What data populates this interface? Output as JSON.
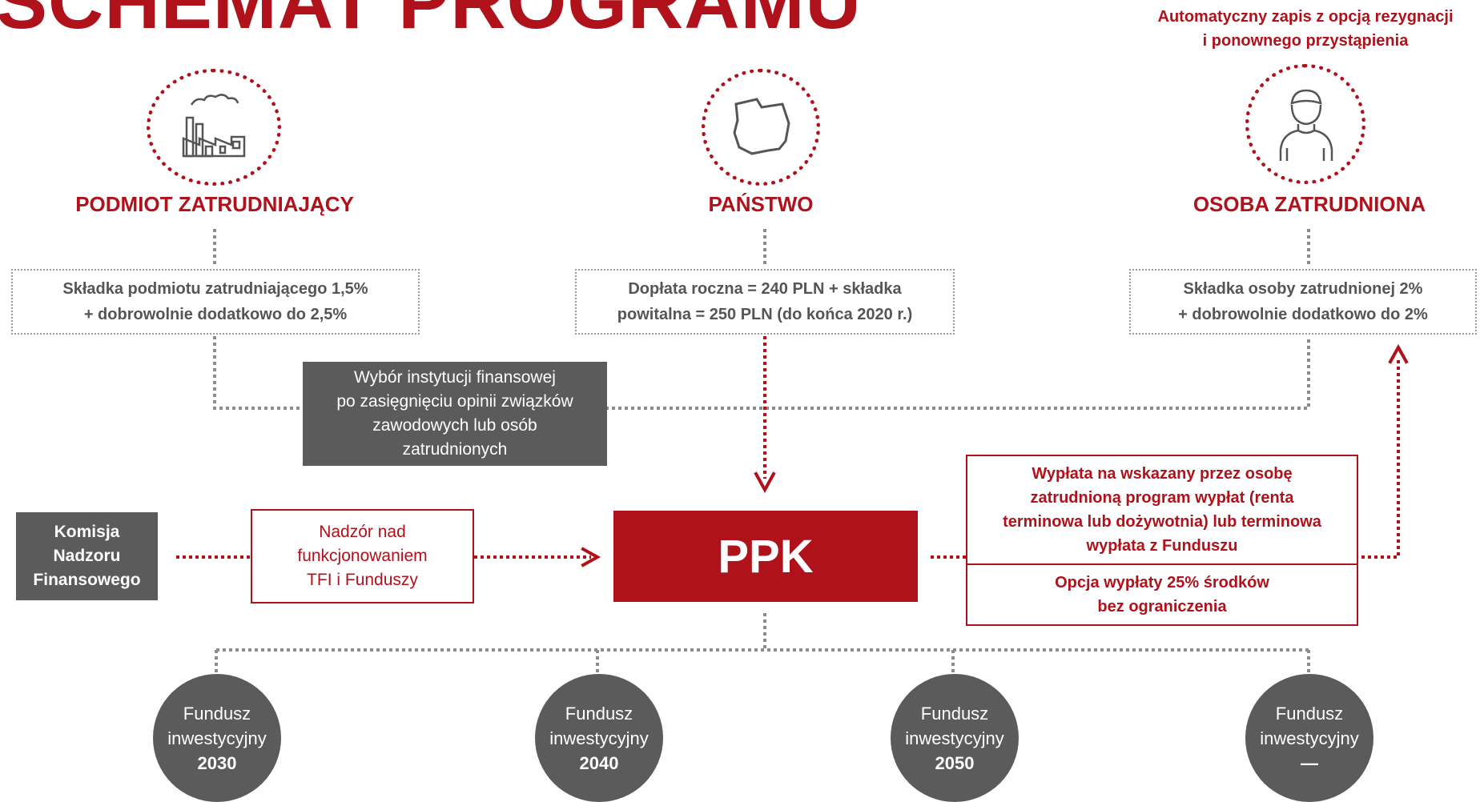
{
  "header": {
    "title": "SCHEMAT PROGRAMU",
    "note_line1": "Automatyczny zapis z opcją rezygnacji",
    "note_line2": "i ponownego przystąpienia"
  },
  "entities": {
    "employer": {
      "title": "PODMIOT ZATRUDNIAJĄCY",
      "icon": "factory-icon",
      "contribution_line1": "Składka podmiotu zatrudniającego 1,5%",
      "contribution_line2": "+ dobrowolnie dodatkowo do 2,5%"
    },
    "state": {
      "title": "PAŃSTWO",
      "icon": "poland-map-icon",
      "contribution_line1": "Dopłata roczna = 240 PLN + składka",
      "contribution_line2": "powitalna = 250 PLN (do końca 2020 r.)"
    },
    "employee": {
      "title": "OSOBA ZATRUDNIONA",
      "icon": "person-icon",
      "contribution_line1": "Składka osoby zatrudnionej 2%",
      "contribution_line2": "+ dobrowolnie dodatkowo do 2%"
    }
  },
  "selection_box": {
    "line1": "Wybór instytucji finansowej",
    "line2": "po zasięgnięciu opinii  związków",
    "line3": "zawodowych lub osób",
    "line4": "zatrudnionych"
  },
  "knf": {
    "line1": "Komisja",
    "line2": "Nadzoru",
    "line3": "Finansowego"
  },
  "supervision": {
    "line1": "Nadzór nad",
    "line2": "funkcjonowaniem",
    "line3": "TFI i Funduszy"
  },
  "ppk": {
    "label": "PPK"
  },
  "payout": {
    "line1": "Wypłata na wskazany przez osobę",
    "line2": "zatrudnioną program wypłat (renta",
    "line3": "terminowa lub dożywotnia) lub terminowa",
    "line4": "wypłata z Funduszu",
    "option_line1": "Opcja wypłaty 25% środków",
    "option_line2": "bez ograniczenia"
  },
  "funds": [
    {
      "line1": "Fundusz",
      "line2": "inwestycyjny",
      "year": "2030"
    },
    {
      "line1": "Fundusz",
      "line2": "inwestycyjny",
      "year": "2040"
    },
    {
      "line1": "Fundusz",
      "line2": "inwestycyjny",
      "year": "2050"
    },
    {
      "line1": "Fundusz",
      "line2": "inwestycyjny",
      "year": "—"
    }
  ],
  "colors": {
    "brand_red": "#b0121b",
    "dark_gray": "#5b5b5b",
    "dotted_gray": "#9a9a9a"
  }
}
